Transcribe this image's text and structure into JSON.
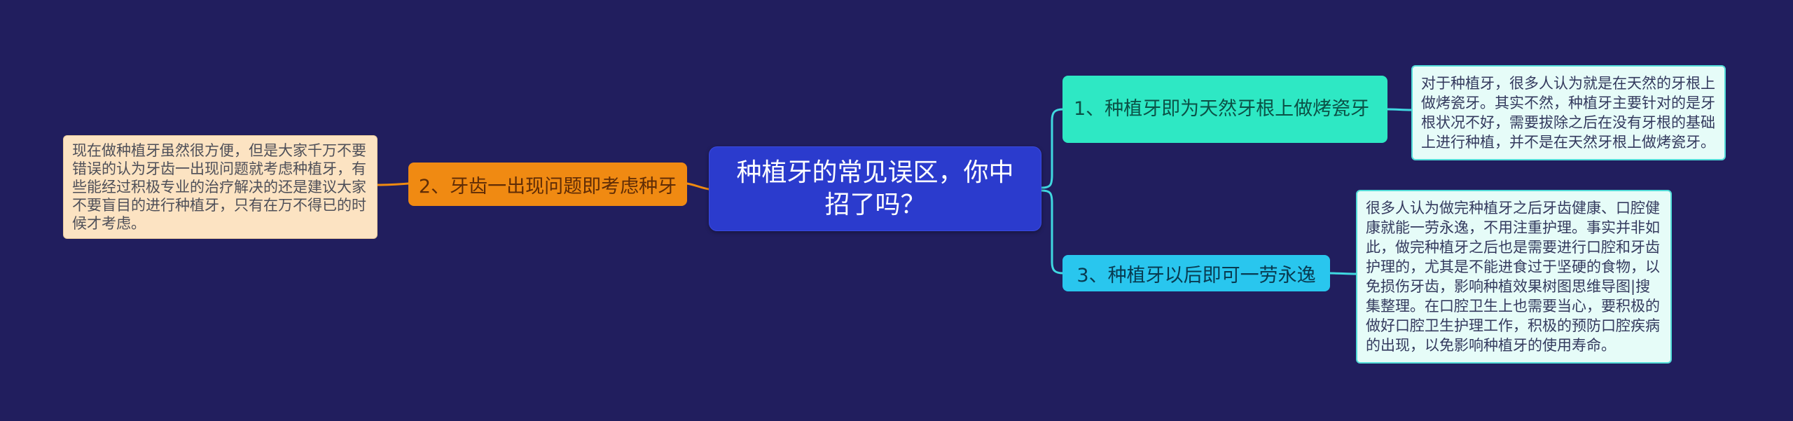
{
  "root": {
    "label": "种植牙的常见误区，你中招了吗？"
  },
  "branches": {
    "branch1": {
      "label": "1、种植牙即为天然牙根上做烤瓷牙"
    },
    "branch2": {
      "label": "2、牙齿一出现问题即考虑种牙"
    },
    "branch3": {
      "label": "3、种植牙以后即可一劳永逸"
    }
  },
  "notes": {
    "left": {
      "text": "现在做种植牙虽然很方便，但是大家千万不要错误的认为牙齿一出现问题就考虑种植牙，有些能经过积极专业的治疗解决的还是建议大家不要盲目的进行种植牙，只有在万不得已的时候才考虑。"
    },
    "right_top": {
      "text": "对于种植牙，很多人认为就是在天然的牙根上做烤瓷牙。其实不然，种植牙主要针对的是牙根状况不好，需要拔除之后在没有牙根的基础上进行种植，并不是在天然牙根上做烤瓷牙。"
    },
    "right_bottom": {
      "text": "很多人认为做完种植牙之后牙齿健康、口腔健康就能一劳永逸，不用注重护理。事实并非如此，做完种植牙之后也是需要进行口腔和牙齿护理的，尤其是不能进食过于坚硬的食物，以免损伤牙齿，影响种植效果树图思维导图|搜集整理。在口腔卫生上也需要当心，要积极的做好口腔卫生护理工作，积极的预防口腔疾病的出现，以免影响种植牙的使用寿命。"
    }
  },
  "colors": {
    "background": "#211e5e",
    "root_fill": "#2b3bcd",
    "root_text": "#ffffff",
    "branch1_fill": "#2ee8c4",
    "branch1_text": "#0b5146",
    "branch2_fill": "#f08a12",
    "branch2_text": "#5f2c06",
    "branch3_fill": "#29c6ee",
    "branch3_text": "#083a50",
    "note_right_fill": "#e6fcf8",
    "note_right_border": "#52dcd8",
    "note_right_text": "#343a5e",
    "note_left_fill": "#fce3c2",
    "note_left_text": "#4e4f58",
    "connector_left": "#ef8a10",
    "connector_right": "#40d8e0"
  }
}
